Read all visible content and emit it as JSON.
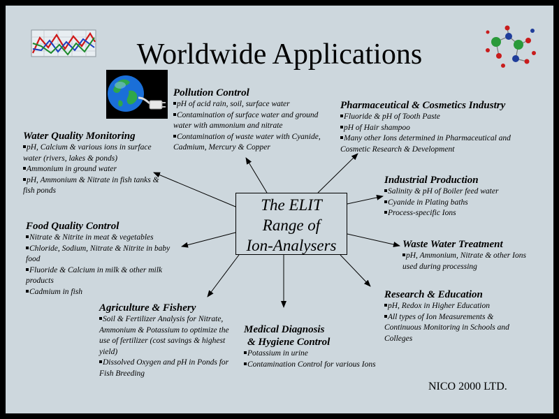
{
  "title": "Worldwide Applications",
  "center": {
    "line1": "The ELIT",
    "line2": "Range of",
    "line3": "Ion-Analysers"
  },
  "sections": {
    "pollution": {
      "heading": "Pollution Control",
      "items": [
        "pH of acid rain, soil, surface water",
        "Contamination of surface water and ground water with ammonium and nitrate",
        "Contamination of waste water with Cyanide, Cadmium, Mercury & Copper"
      ]
    },
    "pharma": {
      "heading": "Pharmaceutical & Cosmetics Industry",
      "items": [
        "Fluoride & pH of Tooth Paste",
        "pH of Hair shampoo",
        "Many other Ions determined in Pharmaceutical and Cosmetic Research & Development"
      ]
    },
    "water": {
      "heading": "Water Quality Monitoring",
      "items": [
        "pH, Calcium & various ions in surface water (rivers, lakes & ponds)",
        "Ammonium in ground water",
        "pH, Ammonium & Nitrate in fish tanks & fish ponds"
      ]
    },
    "industrial": {
      "heading": "Industrial Production",
      "items": [
        "Salinity & pH of Boiler feed water",
        "Cyanide in Plating baths",
        "Process-specific Ions"
      ]
    },
    "food": {
      "heading": "Food Quality Control",
      "items": [
        "Nitrate & Nitrite in meat & vegetables",
        "Chloride, Sodium, Nitrate & Nitrite in baby food",
        "Fluoride & Calcium in milk & other milk products",
        "Cadmium in fish"
      ]
    },
    "waste": {
      "heading": "Waste Water Treatment",
      "items": [
        "pH, Ammonium, Nitrate & other Ions used during processing"
      ]
    },
    "research": {
      "heading": "Research & Education",
      "items": [
        "pH, Redox in Higher Education",
        "All types of Ion Measurements & Continuous Monitoring in Schools and Colleges"
      ]
    },
    "agriculture": {
      "heading": "Agriculture & Fishery",
      "items": [
        "Soil & Fertilizer Analysis for Nitrate, Ammonium & Potassium to optimize the use of fertilizer (cost savings & highest yield)",
        "Dissolved Oxygen and pH in Ponds for Fish Breeding"
      ]
    },
    "medical": {
      "heading_line1": "Medical Diagnosis",
      "heading_line2": "& Hygiene Control",
      "items": [
        "Potassium in urine",
        "Contamination Control for various Ions"
      ]
    }
  },
  "footer": "NICO 2000 LTD.",
  "icons": [
    "line-chart-icon",
    "globe-plug-icon",
    "molecules-icon"
  ]
}
